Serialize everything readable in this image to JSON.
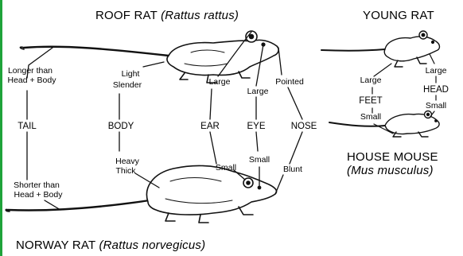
{
  "figure": {
    "roof_rat": {
      "name": "ROOF RAT",
      "latin": "(Rattus rattus)"
    },
    "norway_rat": {
      "name": "NORWAY RAT",
      "latin": "(Rattus norvegicus)"
    },
    "young_rat": {
      "name": "YOUNG RAT"
    },
    "house_mouse": {
      "name": "HOUSE MOUSE",
      "latin": "(Mus musculus)"
    },
    "features": {
      "tail": {
        "label": "TAIL",
        "roof_line1": "Longer than",
        "roof_line2": "Head + Body",
        "norway_line1": "Shorter than",
        "norway_line2": "Head + Body"
      },
      "body": {
        "label": "BODY",
        "roof_line1": "Light",
        "roof_line2": "Slender",
        "norway_line1": "Heavy",
        "norway_line2": "Thick"
      },
      "ear": {
        "label": "EAR",
        "roof": "Large",
        "norway": "Small"
      },
      "eye": {
        "label": "EYE",
        "roof": "Large",
        "norway": "Small"
      },
      "nose": {
        "label": "NOSE",
        "roof": "Pointed",
        "norway": "Blunt"
      },
      "feet": {
        "label": "FEET",
        "young": "Large",
        "mouse": "Small"
      },
      "head": {
        "label": "HEAD",
        "young": "Large",
        "mouse": "Small"
      }
    },
    "colors": {
      "frame_accent": "#1fa33a",
      "ink": "#111111"
    }
  }
}
